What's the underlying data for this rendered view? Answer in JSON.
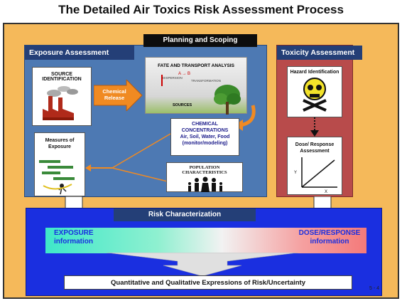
{
  "title": "The Detailed Air Toxics Risk Assessment Process",
  "planning": "Planning and Scoping",
  "exposure": {
    "header": "Exposure Assessment",
    "source": "SOURCE IDENTIFICATION",
    "release": "Chemical Release",
    "fate": "FATE AND TRANSPORT ANALYSIS",
    "dispersion": "DISPERSION",
    "transformation": "TRANSFORMATION",
    "sources": "SOURCES",
    "conc_title": "CHEMICAL CONCENTRATIONS",
    "conc_media": "Air, Soil, Water, Food (monitor/modeling)",
    "measures": "Measures of Exposure",
    "population": "POPULATION CHARACTERISTICS"
  },
  "toxicity": {
    "header": "Toxicity Assessment",
    "hazard": "Hazard Identification",
    "dose": "Dose/ Response Assessment",
    "y": "Y",
    "x": "X"
  },
  "risk": {
    "header": "Risk Characterization",
    "exposure_info": "EXPOSURE information",
    "dose_info": "DOSE/RESPONSE information",
    "quant": "Quantitative and Qualitative Expressions of Risk/Uncertainty"
  },
  "slide_number": "5 - 4"
}
